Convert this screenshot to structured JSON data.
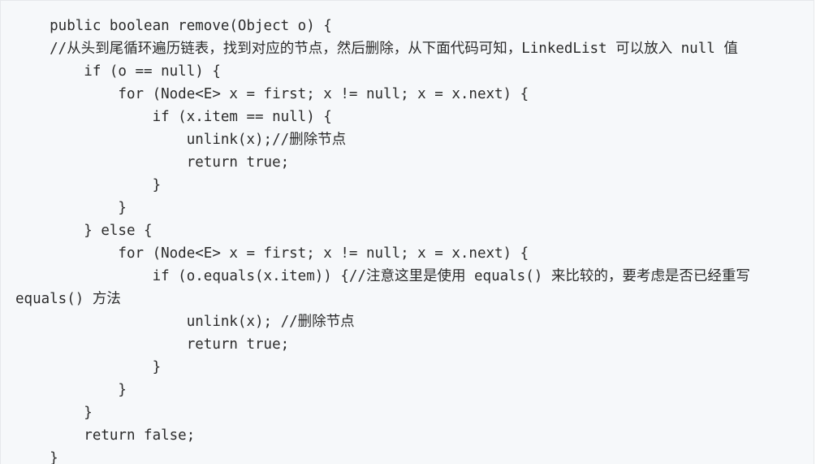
{
  "code": {
    "language": "java",
    "lines": [
      "    public boolean remove(Object o) {",
      "    //从头到尾循环遍历链表，找到对应的节点，然后删除，从下面代码可知，LinkedList 可以放入 null 值",
      "        if (o == null) {",
      "            for (Node<E> x = first; x != null; x = x.next) {",
      "                if (x.item == null) {",
      "                    unlink(x);//删除节点",
      "                    return true;",
      "                }",
      "            }",
      "        } else {",
      "            for (Node<E> x = first; x != null; x = x.next) {",
      "                if (o.equals(x.item)) {//注意这里是使用 equals() 来比较的，要考虑是否已经重写",
      "equals() 方法",
      "                    unlink(x); //删除节点",
      "                    return true;",
      "                }",
      "            }",
      "        }",
      "        return false;",
      "    }"
    ]
  }
}
